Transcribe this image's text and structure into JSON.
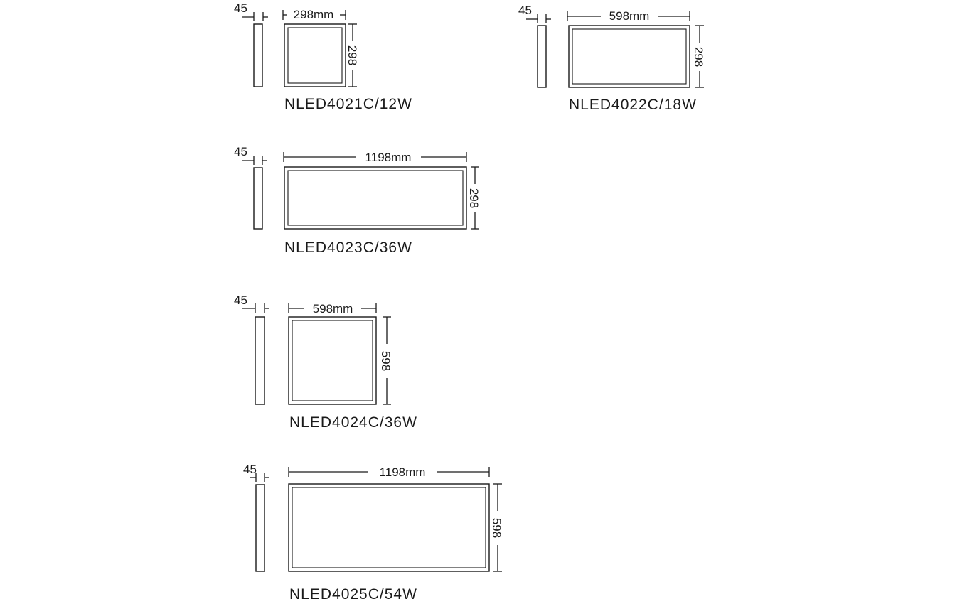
{
  "panels": [
    {
      "model": "NLED4021C/12W",
      "depth": "45",
      "width": "298mm",
      "height": "298"
    },
    {
      "model": "NLED4022C/18W",
      "depth": "45",
      "width": "598mm",
      "height": "298"
    },
    {
      "model": "NLED4023C/36W",
      "depth": "45",
      "width": "1198mm",
      "height": "298"
    },
    {
      "model": "NLED4024C/36W",
      "depth": "45",
      "width": "598mm",
      "height": "598"
    },
    {
      "model": "NLED4025C/54W",
      "depth": "45",
      "width": "1198mm",
      "height": "598"
    }
  ]
}
